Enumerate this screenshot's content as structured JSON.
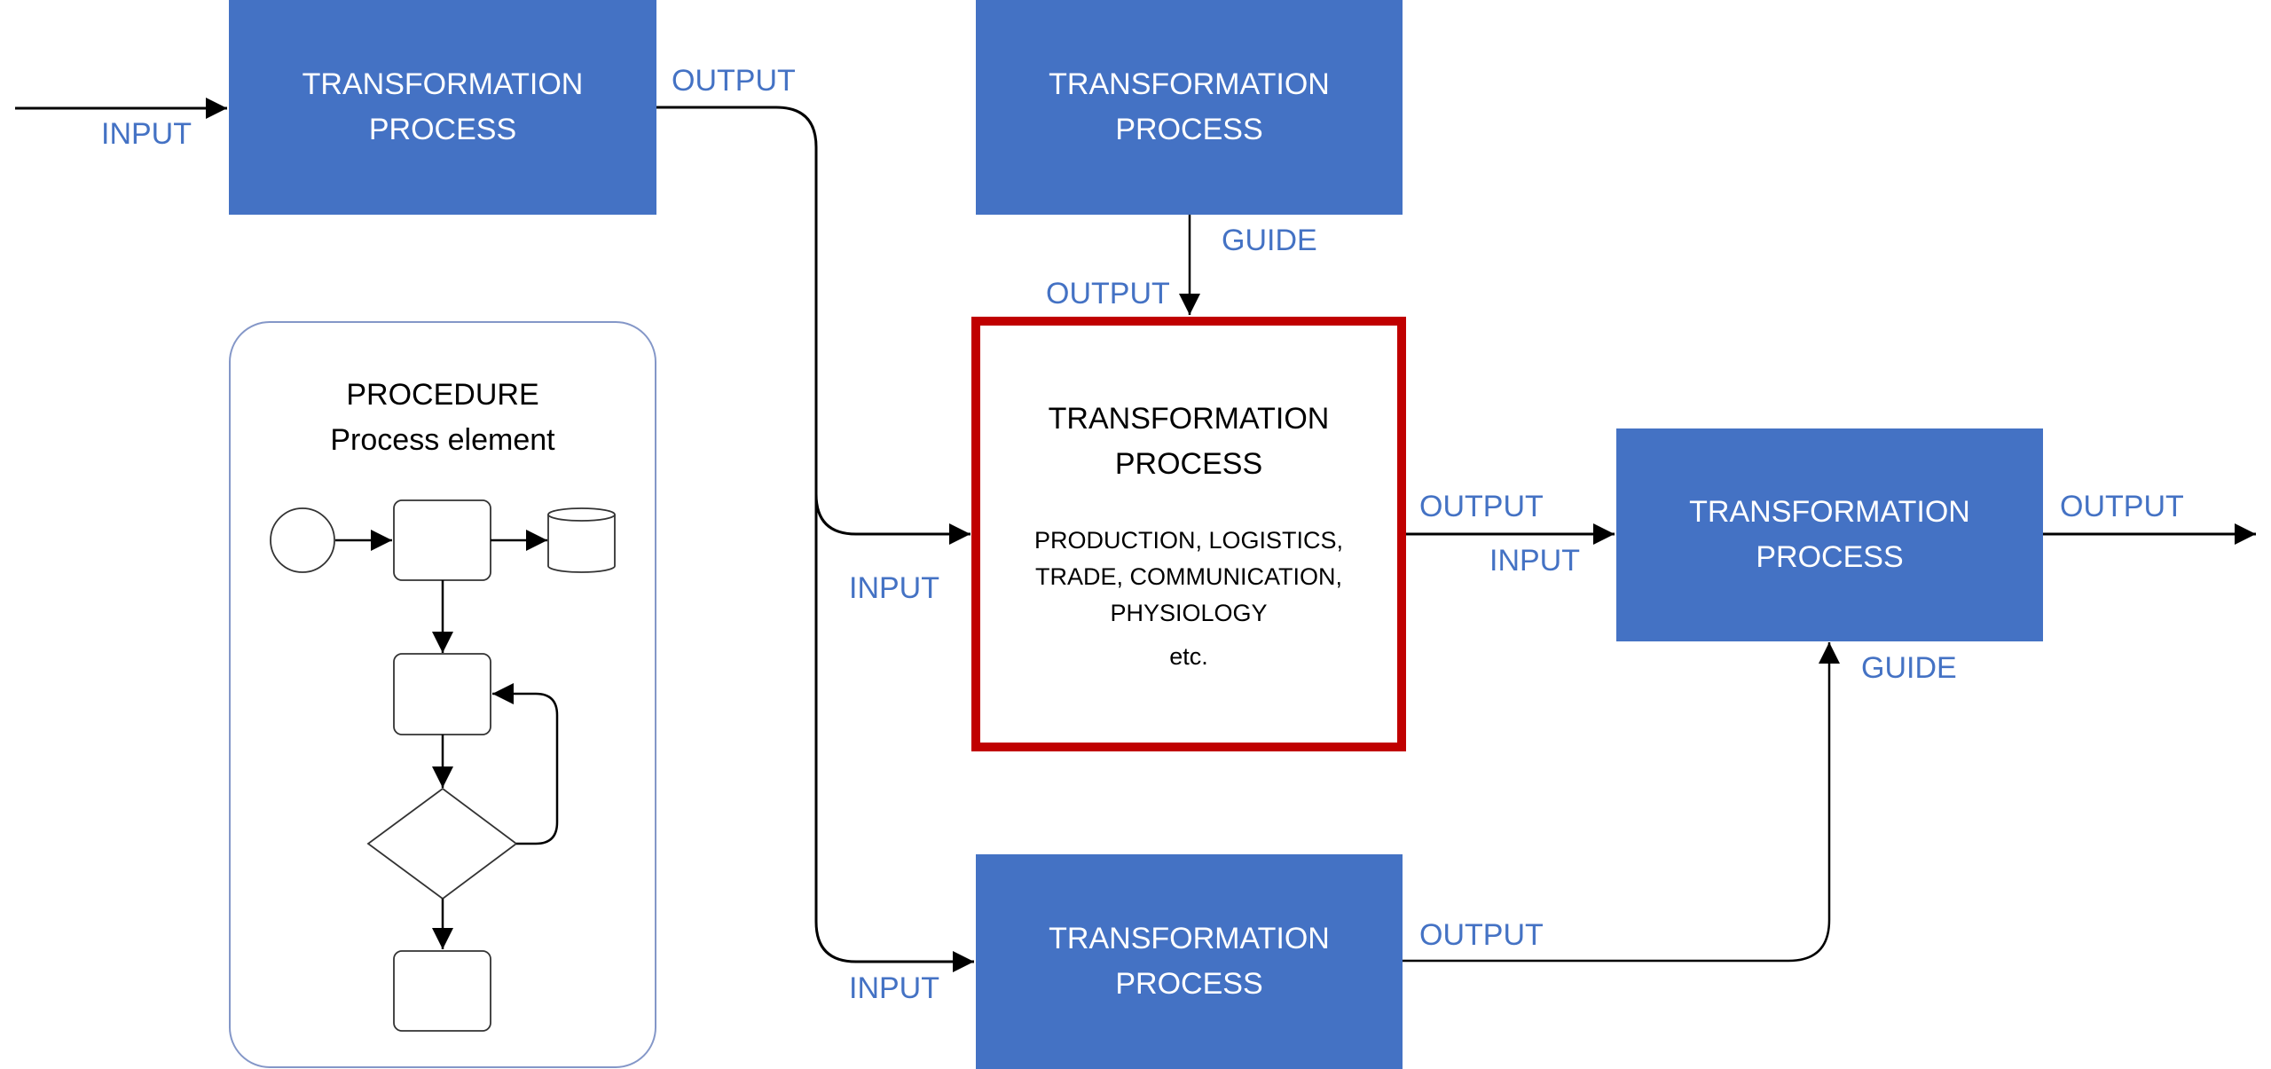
{
  "colors": {
    "process_fill": "#4472c4",
    "process_text": "#ffffff",
    "highlight_border": "#c00000",
    "label_text": "#4472c4",
    "connector": "#000000",
    "panel_border": "#8497c8"
  },
  "boxes": {
    "top_left": {
      "line1": "TRANSFORMATION",
      "line2": "PROCESS"
    },
    "top_middle": {
      "line1": "TRANSFORMATION",
      "line2": "PROCESS"
    },
    "center": {
      "line1": "TRANSFORMATION",
      "line2": "PROCESS",
      "examples": [
        "PRODUCTION, LOGISTICS,",
        "TRADE, COMMUNICATION,",
        "PHYSIOLOGY"
      ],
      "etc": "etc."
    },
    "right": {
      "line1": "TRANSFORMATION",
      "line2": "PROCESS"
    },
    "bottom": {
      "line1": "TRANSFORMATION",
      "line2": "PROCESS"
    }
  },
  "labels": {
    "input_top_left": "INPUT",
    "output_top_left": "OUTPUT",
    "guide_top_middle": "GUIDE",
    "output_top_middle": "OUTPUT",
    "input_center": "INPUT",
    "output_center": "OUTPUT",
    "input_right": "INPUT",
    "output_right": "OUTPUT",
    "guide_right": "GUIDE",
    "input_bottom": "INPUT",
    "output_bottom": "OUTPUT"
  },
  "procedure": {
    "title": "PROCEDURE",
    "subtitle": "Process element",
    "shapes": [
      "start-event",
      "task",
      "data-store",
      "task",
      "decision",
      "task"
    ]
  }
}
